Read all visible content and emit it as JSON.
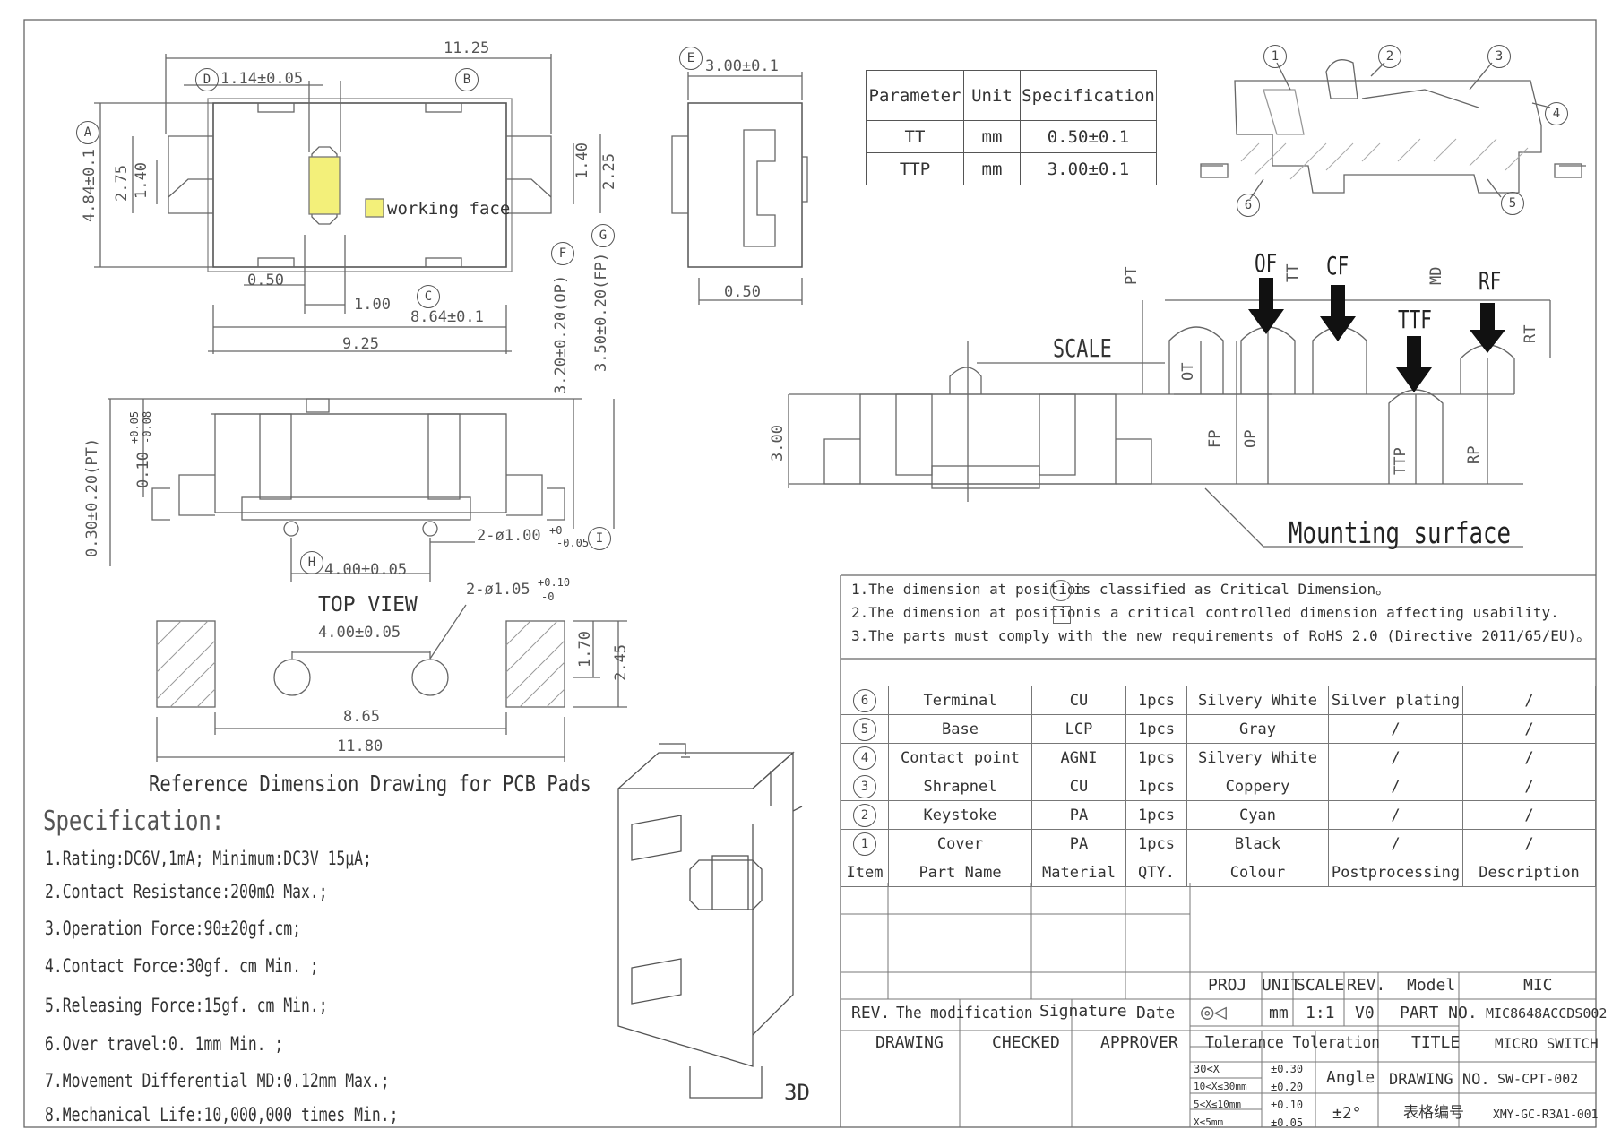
{
  "views": {
    "top_view_label": "TOP VIEW",
    "pcb_title": "Reference Dimension Drawing for PCB Pads",
    "view_3d_label": "3D",
    "working_face": "working face",
    "scale_label": "SCALE",
    "mounting_surface": "Mounting surface"
  },
  "dimensions": {
    "d11_25": "11.25",
    "d_d": "1.14±0.05",
    "d_a": "4.84±0.1",
    "d2_75": "2.75",
    "d1_40a": "1.40",
    "d1_40b": "1.40",
    "d2_25": "2.25",
    "d0_50a": "0.50",
    "d1_00": "1.00",
    "d8_64": "8.64±0.1",
    "d9_25": "9.25",
    "d3_00": "3.00±0.1",
    "d0_50b": "0.50",
    "d3_20": "3.20±0.20(OP)",
    "d3_50": "3.50±0.20(FP)",
    "d0_10": "0.10",
    "d0_10_tol_up": "+0.05",
    "d0_10_tol_dn": "-0.08",
    "d0_30": "0.30±0.20(PT)",
    "d_hole": "2-ø1.00",
    "d_hole_tol_up": "+0",
    "d_hole_tol_dn": "-0.05",
    "d_h": "4.00±0.05",
    "pcb_hole": "2-ø1.05",
    "pcb_hole_tol_up": "+0.10",
    "pcb_hole_tol_dn": "-0",
    "pcb_4_00": "4.00±0.05",
    "pcb_1_70": "1.70",
    "pcb_2_45": "2.45",
    "pcb_8_65": "8.65",
    "pcb_11_80": "11.80",
    "side_3_00": "3.00"
  },
  "markers": {
    "A": "A",
    "B": "B",
    "C": "C",
    "D": "D",
    "E": "E",
    "F": "F",
    "G": "G",
    "H": "H",
    "I": "I",
    "n1": "1",
    "n2": "2",
    "n3": "3",
    "n4": "4",
    "n5": "5",
    "n6": "6"
  },
  "force_diagram": {
    "OF": "OF",
    "CF": "CF",
    "TTF": "TTF",
    "RF": "RF",
    "PT": "PT",
    "TT": "TT",
    "MD": "MD",
    "RT": "RT",
    "OT": "OT",
    "FP": "FP",
    "OP": "OP",
    "TTP": "TTP",
    "RP": "RP"
  },
  "param_table": {
    "headers": [
      "Parameter",
      "Unit",
      "Specification"
    ],
    "rows": [
      [
        "TT",
        "mm",
        "0.50±0.1"
      ],
      [
        "TTP",
        "mm",
        "3.00±0.1"
      ]
    ]
  },
  "specification": {
    "title": "Specification:",
    "lines": [
      "1.Rating:DC6V,1mA; Minimum:DC3V 15μA;",
      "2.Contact Resistance:200mΩ Max.;",
      "3.Operation Force:90±20gf.cm;",
      "4.Contact Force:30gf. cm Min. ;",
      "5.Releasing Force:15gf. cm Min.;",
      "6.Over travel:0. 1mm Min. ;",
      "7.Movement Differential MD:0.12mm Max.;",
      "8.Mechanical Life:10,000,000 times Min.;"
    ]
  },
  "notes": [
    "1.The dimension at position",
    "is classified as Critical Dimension。",
    "2.The dimension at position",
    "is a critical controlled dimension affecting usability.",
    "3.The parts must comply with the new requirements of RoHS 2.0 (Directive 2011/65/EU)。"
  ],
  "bom": {
    "rows": [
      {
        "item": "6",
        "name": "Terminal",
        "material": "CU",
        "qty": "1pcs",
        "colour": "Silvery White",
        "post": "Silver plating",
        "desc": "/"
      },
      {
        "item": "5",
        "name": "Base",
        "material": "LCP",
        "qty": "1pcs",
        "colour": "Gray",
        "post": "/",
        "desc": "/"
      },
      {
        "item": "4",
        "name": "Contact point",
        "material": "AGNI",
        "qty": "1pcs",
        "colour": "Silvery White",
        "post": "/",
        "desc": "/"
      },
      {
        "item": "3",
        "name": "Shrapnel",
        "material": "CU",
        "qty": "1pcs",
        "colour": "Coppery",
        "post": "/",
        "desc": "/"
      },
      {
        "item": "2",
        "name": "Keystoke",
        "material": "PA",
        "qty": "1pcs",
        "colour": "Cyan",
        "post": "/",
        "desc": "/"
      },
      {
        "item": "1",
        "name": "Cover",
        "material": "PA",
        "qty": "1pcs",
        "colour": "Black",
        "post": "/",
        "desc": "/"
      }
    ],
    "headers": {
      "item": "Item",
      "name": "Part Name",
      "material": "Material",
      "qty": "QTY.",
      "colour": "Colour",
      "post": "Postprocessing",
      "desc": "Description"
    }
  },
  "title_block": {
    "proj": "PROJ",
    "unit": "UNIT",
    "scale": "SCALE",
    "rev": "REV.",
    "model": "Model",
    "model_val": "MIC",
    "rev_h": "REV.",
    "modification": "The modification",
    "signature": "Signature",
    "date": "Date",
    "unit_val": "mm",
    "scale_val": "1:1",
    "rev_val": "V0",
    "part_no": "PART NO.",
    "part_no_val": "MIC8648ACCDS002",
    "drawing": "DRAWING",
    "checked": "CHECKED",
    "approver": "APPROVER",
    "tolerance": "Tolerance Toleration",
    "title": "TITLE",
    "title_val": "MICRO SWITCH",
    "tol_rows": [
      [
        "30<X",
        "±0.30"
      ],
      [
        "10<X≤30mm",
        "±0.20"
      ],
      [
        "5<X≤10mm",
        "±0.10"
      ],
      [
        "X≤5mm",
        "±0.05"
      ]
    ],
    "angle": "Angle",
    "angle_val": "±2°",
    "drawing_no": "DRAWING NO.",
    "drawing_no_val": "SW-CPT-002",
    "form_no": "表格编号",
    "form_no_val": "XMY-GC-R3A1-001"
  }
}
